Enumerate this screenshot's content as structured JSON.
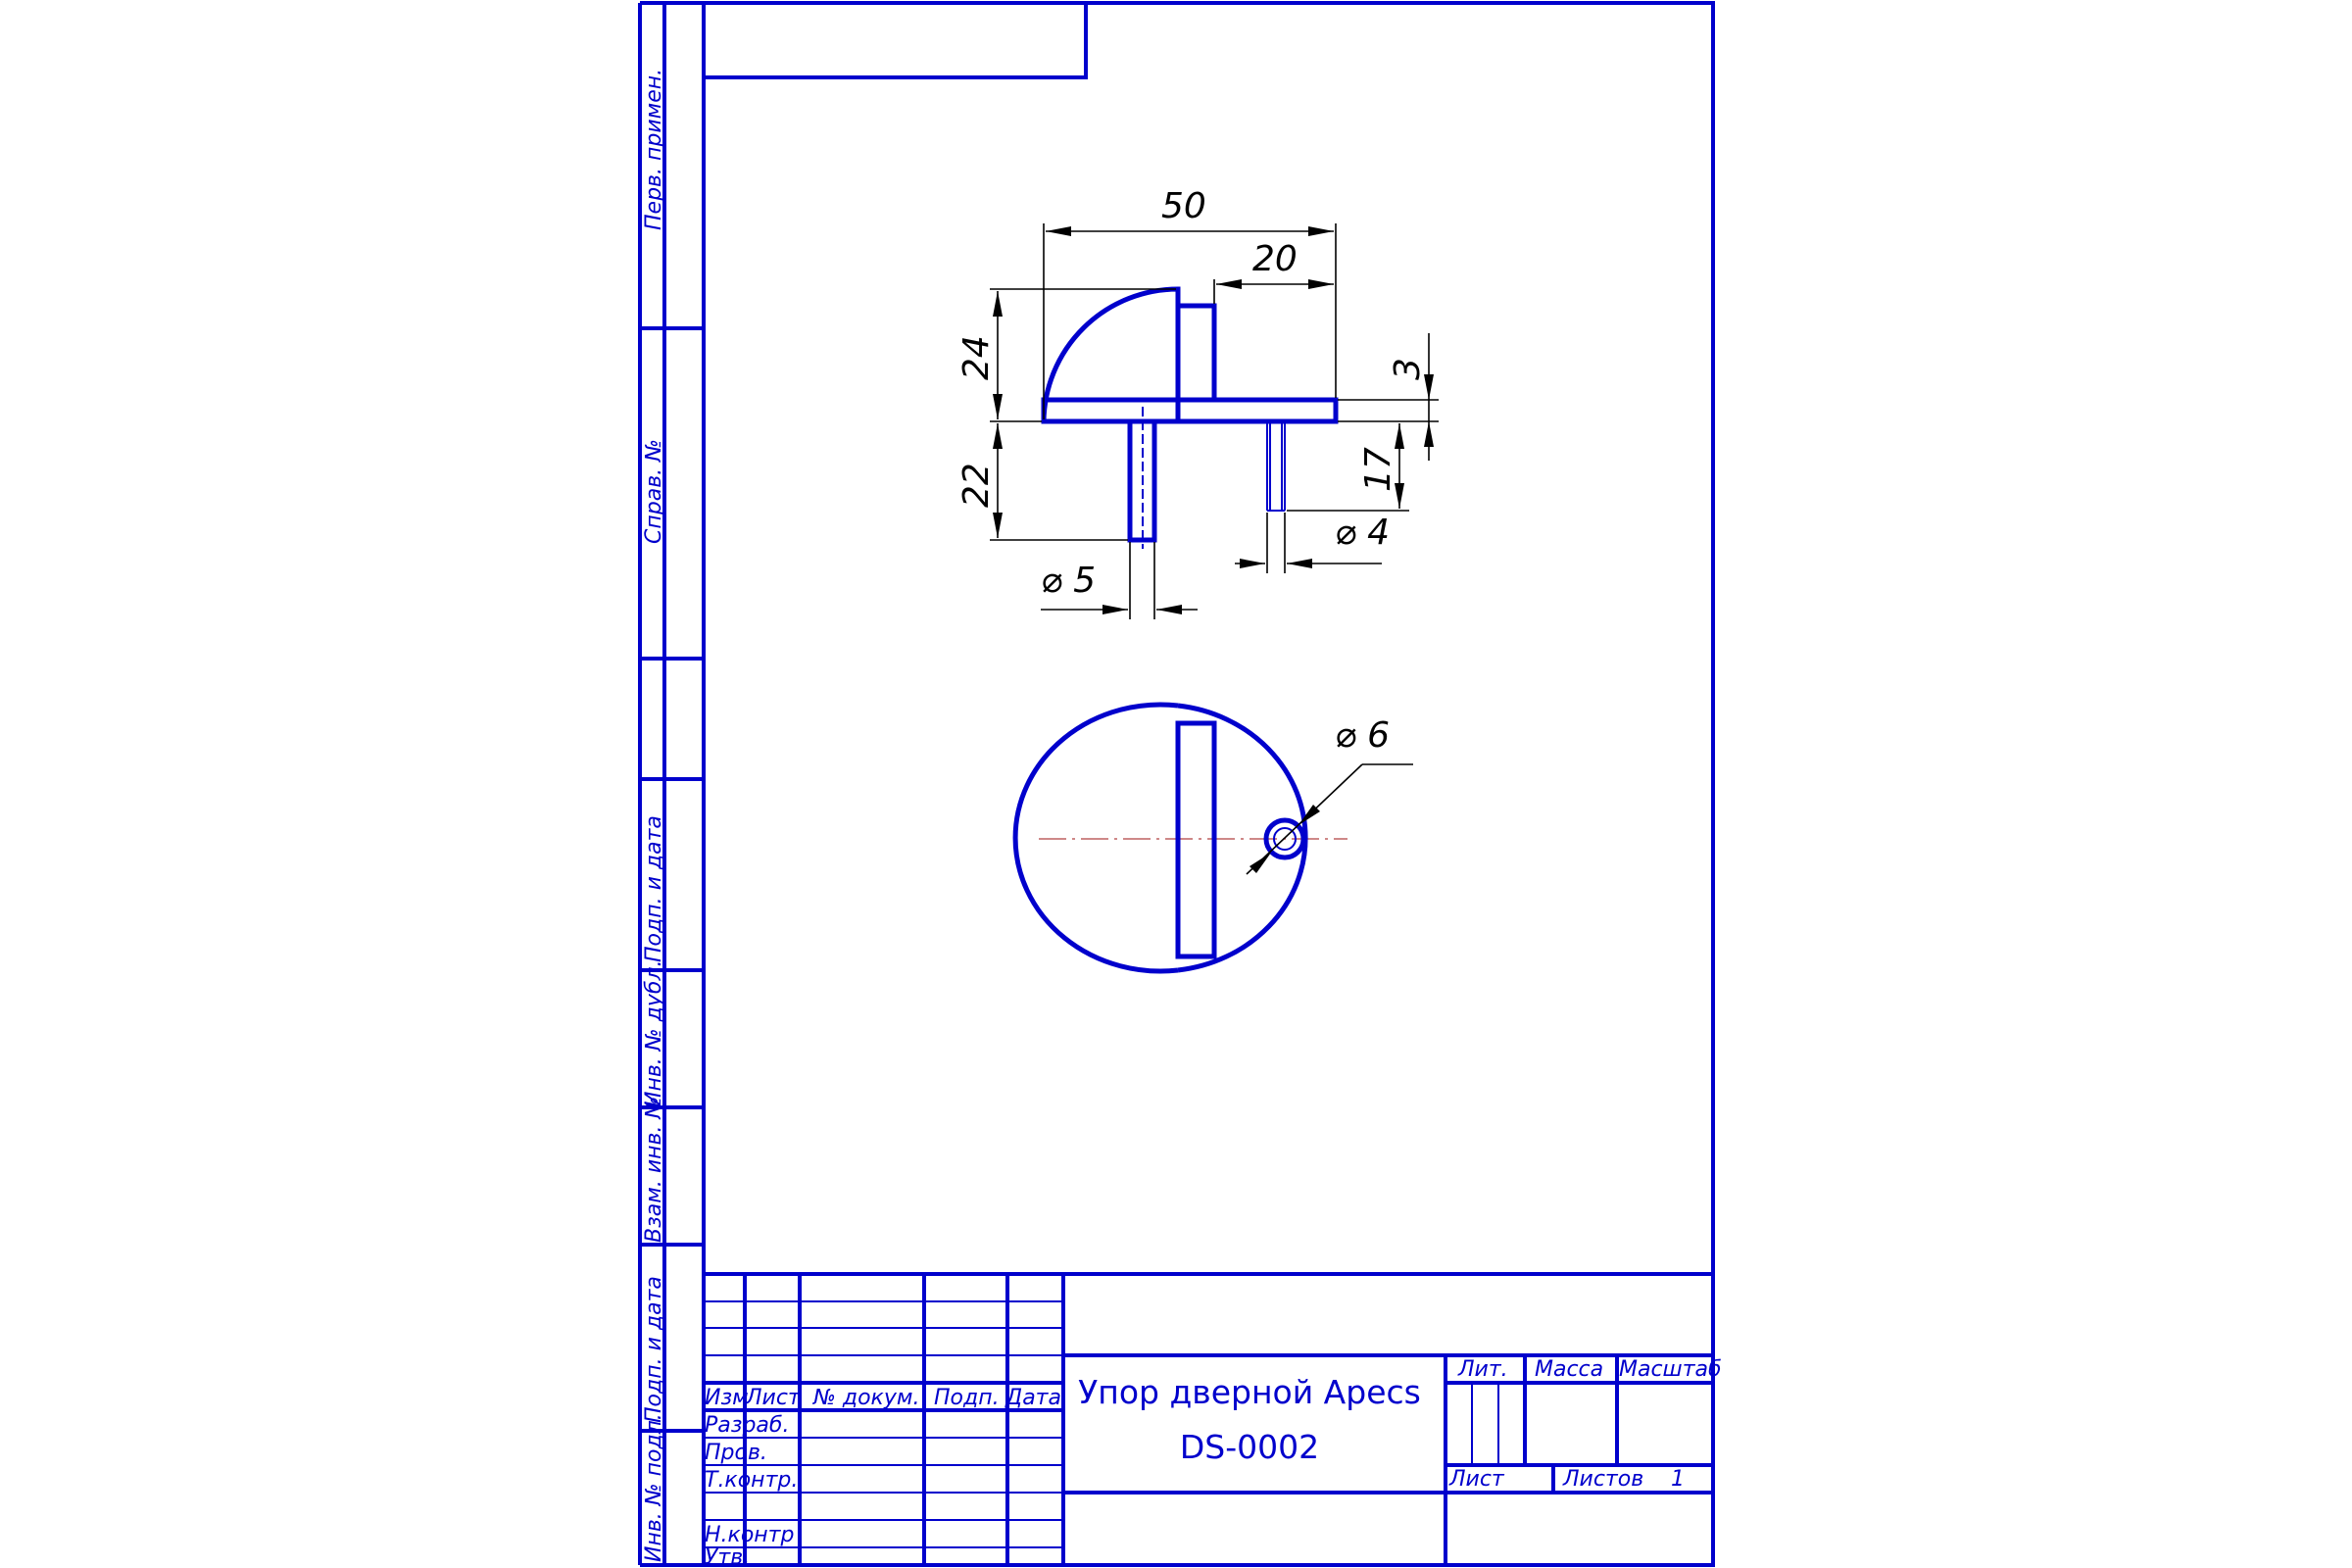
{
  "side_strip": {
    "cells": [
      "Перв. примен.",
      "Справ. №",
      "Подп. и дата",
      "Инв. № дубл.",
      "Взам. инв. №",
      "Подп. и дата",
      "Инв. № подл."
    ]
  },
  "drawing": {
    "dimensions": {
      "total_width": "50",
      "top_width": "20",
      "height_top": "24",
      "height_pin": "22",
      "plate_thickness": "3",
      "screw_length": "17",
      "pin_diameter": "⌀ 5",
      "screw_diameter": "⌀ 4",
      "hole_diameter": "⌀ 6"
    }
  },
  "title_block": {
    "title_line1": "Упор дверной Apecs",
    "title_line2": "DS-0002",
    "header": {
      "izm": "Изм",
      "list": "Лист",
      "doc": "№ докум.",
      "sign": "Подп.",
      "date": "Дата"
    },
    "roles": {
      "razrab": "Разраб.",
      "prov": "Пров.",
      "tkontr": "Т.контр.",
      "nkontr": "Н.контр",
      "utv": "Утв."
    },
    "lit": "Лит.",
    "mass": "Масса",
    "scale": "Масштаб",
    "sheet": "Лист",
    "sheets": "Листов",
    "sheets_count": "1"
  }
}
